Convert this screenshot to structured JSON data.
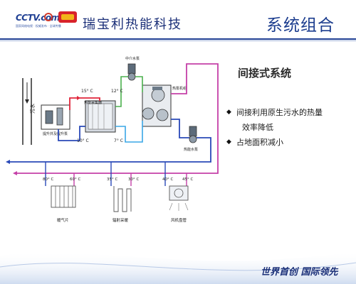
{
  "header": {
    "logo_text": "CCTV.com",
    "logo_tagline": "国家网络电视 · 权威发布 · 全球传播",
    "company_name": "瑞宝利热能科技",
    "slide_title": "系统组合"
  },
  "diagram": {
    "labels": {
      "sewage_canal": "污水",
      "lift_pump": "提升井及提升泵",
      "heat_exchanger": "热能采集器",
      "mid_pump": "中介水泵",
      "heat_unit": "热泵机组",
      "source_pump": "热能水泵",
      "radiator": "暖气片",
      "floor_heating": "辐射采暖",
      "fan_coil": "风机盘管"
    },
    "temperatures": {
      "t_15": "15° C",
      "t_12": "12° C",
      "t_10": "10° C",
      "t_7": "7° C",
      "r_in": "80° C",
      "r_out": "60° C",
      "f_in": "35° C",
      "f_out": "30° C",
      "c_in": "40° C",
      "c_out": "45° C"
    }
  },
  "content": {
    "subtitle": "间接式系统",
    "bullet1_line1": "间接利用原生污水的热量",
    "bullet1_line2": "效率降低",
    "bullet2": "占地面积减小",
    "bullet_mark": "◆"
  },
  "footer": {
    "slogan": "世界首创  国际领先"
  },
  "colors": {
    "brand_blue": "#1f3f93",
    "pipe_red": "#e0253a",
    "pipe_blue": "#2a49b8",
    "pipe_magenta": "#c540a8",
    "pipe_cyan": "#3aa7e6",
    "pipe_green": "#4bb14e"
  }
}
